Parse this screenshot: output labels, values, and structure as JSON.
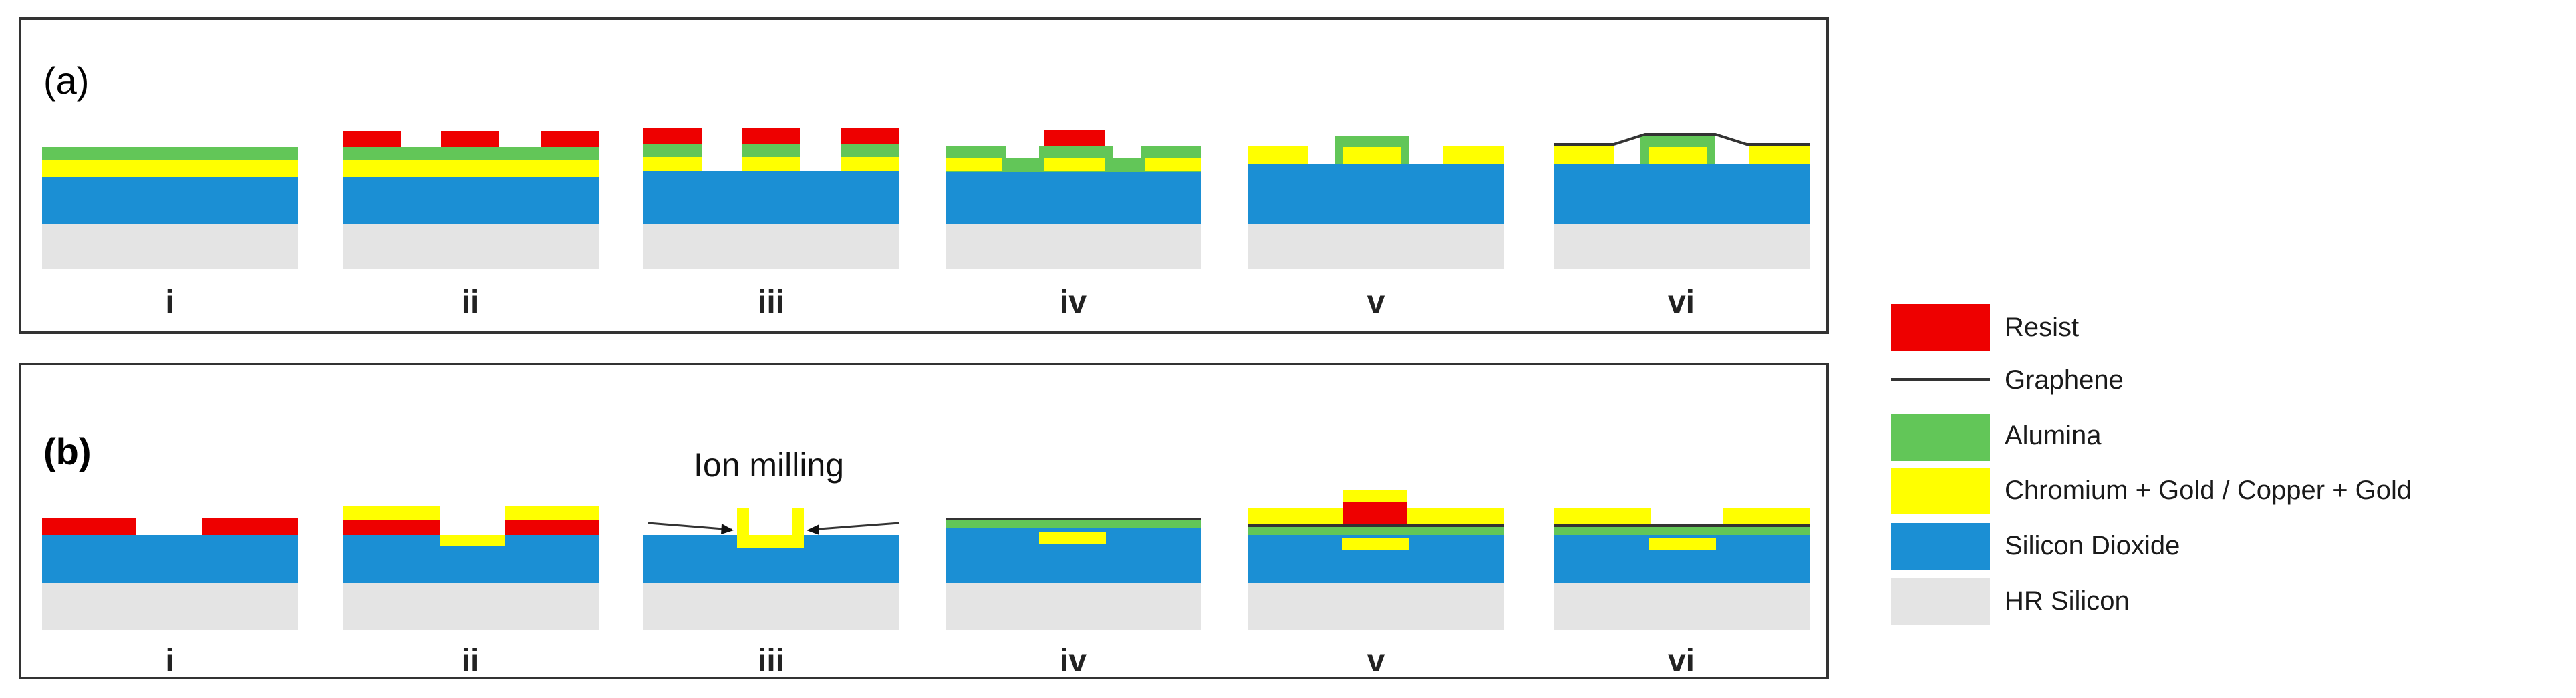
{
  "panels": [
    {
      "label": "(a)",
      "steps": [
        "i",
        "ii",
        "iii",
        "iv",
        "v",
        "vi"
      ]
    },
    {
      "label": "(b)",
      "steps": [
        "i",
        "ii",
        "iii",
        "iv",
        "v",
        "vi"
      ],
      "annotation": "Ion milling"
    }
  ],
  "legend": [
    {
      "label": "Resist",
      "color": "#ee0000",
      "kind": "box"
    },
    {
      "label": "Graphene",
      "color": "#333333",
      "kind": "line"
    },
    {
      "label": "Alumina",
      "color": "#62c658",
      "kind": "box"
    },
    {
      "label": "Chromium + Gold / Copper + Gold",
      "color": "#ffff00",
      "kind": "box"
    },
    {
      "label": "Silicon Dioxide",
      "color": "#1b8fd4",
      "kind": "box"
    },
    {
      "label": "HR Silicon",
      "color": "#e4e4e4",
      "kind": "box"
    }
  ],
  "colors": {
    "resist": "#ee0000",
    "alumina": "#62c658",
    "metal": "#ffff00",
    "sio2": "#1b8fd4",
    "silicon": "#e4e4e4",
    "graphene": "#333333"
  }
}
